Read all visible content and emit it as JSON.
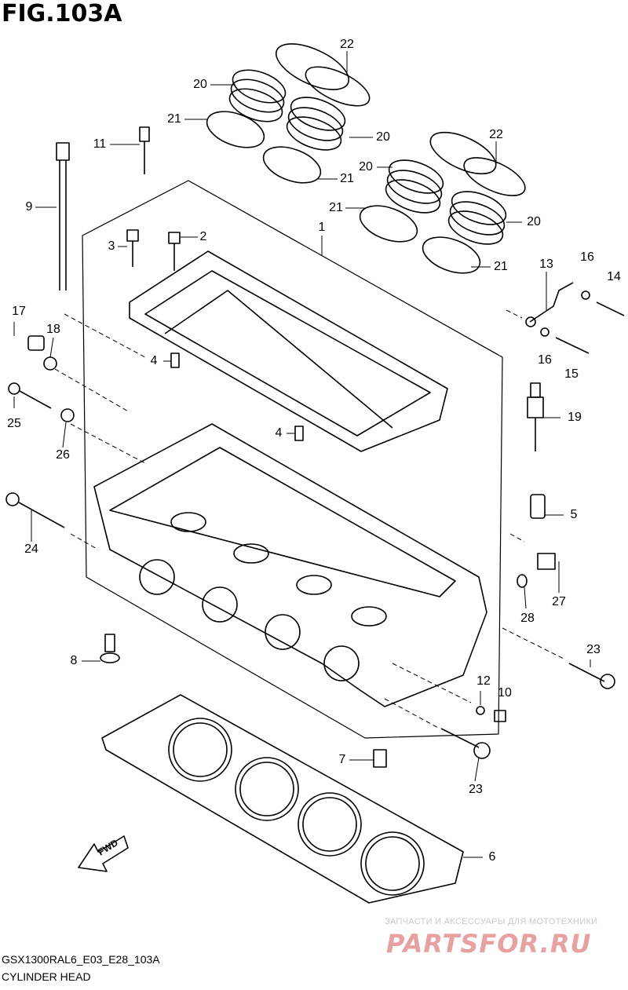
{
  "figure": {
    "title": "FIG.103A",
    "code": "GSX1300RAL6_E03_E28_103A",
    "caption": "CYLINDER HEAD"
  },
  "callouts": [
    {
      "label": "22"
    },
    {
      "label": "20"
    },
    {
      "label": "21"
    },
    {
      "label": "20"
    },
    {
      "label": "21"
    },
    {
      "label": "22"
    },
    {
      "label": "20"
    },
    {
      "label": "21"
    },
    {
      "label": "20"
    },
    {
      "label": "21"
    },
    {
      "label": "11"
    },
    {
      "label": "9"
    },
    {
      "label": "1"
    },
    {
      "label": "3"
    },
    {
      "label": "2"
    },
    {
      "label": "13"
    },
    {
      "label": "16"
    },
    {
      "label": "14"
    },
    {
      "label": "17"
    },
    {
      "label": "18"
    },
    {
      "label": "16"
    },
    {
      "label": "15"
    },
    {
      "label": "4"
    },
    {
      "label": "19"
    },
    {
      "label": "25"
    },
    {
      "label": "26"
    },
    {
      "label": "4"
    },
    {
      "label": "24"
    },
    {
      "label": "5"
    },
    {
      "label": "27"
    },
    {
      "label": "28"
    },
    {
      "label": "8"
    },
    {
      "label": "23"
    },
    {
      "label": "12"
    },
    {
      "label": "10"
    },
    {
      "label": "7"
    },
    {
      "label": "23"
    },
    {
      "label": "6"
    }
  ],
  "fwd_label": "FWD",
  "watermark": {
    "tagline": "ЗАПЧАСТИ И АКСЕССУАРЫ ДЛЯ МОТОТЕХНИКИ",
    "logo_text": "PARTSFOR.RU",
    "color": "#e8a0a0"
  }
}
